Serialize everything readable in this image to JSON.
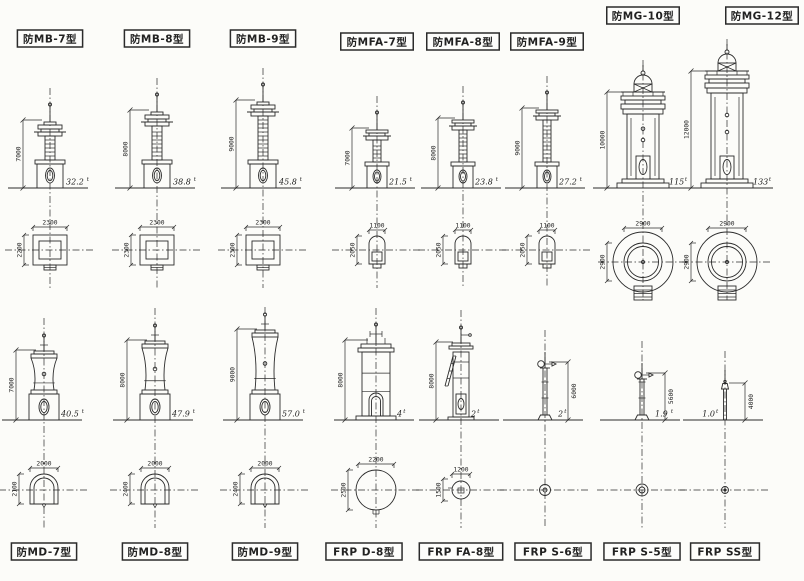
{
  "drawing": {
    "description": "breakwater-light-tower-type-comparison-sheet",
    "ink_color": "#2b2b2b",
    "paper_color": "#fcfcf9"
  },
  "top_row": {
    "towers": [
      {
        "label": "防MB-7型",
        "family": "MB",
        "height_mm": "7000",
        "weight": "32.2",
        "weight_unit": "t",
        "plan": {
          "width_mm": "2300",
          "depth_mm": "2200"
        }
      },
      {
        "label": "防MB-8型",
        "family": "MB",
        "height_mm": "8000",
        "weight": "38.8",
        "weight_unit": "t",
        "plan": {
          "width_mm": "2300",
          "depth_mm": "2300"
        }
      },
      {
        "label": "防MB-9型",
        "family": "MB",
        "height_mm": "9000",
        "weight": "45.8",
        "weight_unit": "t",
        "plan": {
          "width_mm": "2300",
          "depth_mm": "2300"
        }
      },
      {
        "label": "防MFA-7型",
        "family": "MFA",
        "height_mm": "7000",
        "weight": "21.5",
        "weight_unit": "t",
        "plan": {
          "width_mm": "1100",
          "depth_mm": "2050"
        }
      },
      {
        "label": "防MFA-8型",
        "family": "MFA",
        "height_mm": "8000",
        "weight": "23.8",
        "weight_unit": "t",
        "plan": {
          "width_mm": "1100",
          "depth_mm": "2050"
        }
      },
      {
        "label": "防MFA-9型",
        "family": "MFA",
        "height_mm": "9000",
        "weight": "27.2",
        "weight_unit": "t",
        "plan": {
          "width_mm": "1100",
          "depth_mm": "2050"
        }
      },
      {
        "label": "防MG-10型",
        "family": "MG",
        "height_mm": "10000",
        "weight": "115",
        "weight_unit": "t",
        "plan": {
          "width_mm": "2900",
          "depth_mm": "2900"
        }
      },
      {
        "label": "防MG-12型",
        "family": "MG",
        "height_mm": "12000",
        "weight": "133",
        "weight_unit": "t",
        "plan": {
          "width_mm": "2900",
          "depth_mm": "2900"
        }
      }
    ]
  },
  "bottom_row": {
    "towers": [
      {
        "label": "防MD-7型",
        "family": "MD",
        "height_mm": "7000",
        "weight": "40.5",
        "weight_unit": "t",
        "plan": {
          "width_mm": "2000",
          "depth_mm": "2100"
        }
      },
      {
        "label": "防MD-8型",
        "family": "MD",
        "height_mm": "8000",
        "weight": "47.9",
        "weight_unit": "t",
        "plan": {
          "width_mm": "2000",
          "depth_mm": "2400"
        }
      },
      {
        "label": "防MD-9型",
        "family": "MD",
        "height_mm": "9000",
        "weight": "57.0",
        "weight_unit": "t",
        "plan": {
          "width_mm": "2000",
          "depth_mm": "2400"
        }
      },
      {
        "label": "FRP D-8型",
        "family": "FRP-D",
        "height_mm": "8000",
        "weight": "4",
        "weight_unit": "t",
        "plan": {
          "width_mm": "2200",
          "depth_mm": "2500"
        }
      },
      {
        "label": "FRP FA-8型",
        "family": "FRP-FA",
        "height_mm": "8000",
        "weight": "2",
        "weight_unit": "t",
        "plan": {
          "width_mm": "1200",
          "depth_mm": "1500"
        }
      },
      {
        "label": "FRP S-6型",
        "family": "FRP-S",
        "height_mm": "6000",
        "weight": "2",
        "weight_unit": "t",
        "plan": {}
      },
      {
        "label": "FRP S-5型",
        "family": "FRP-S",
        "height_mm": "5600",
        "weight": "1.9",
        "weight_unit": "t",
        "plan": {}
      },
      {
        "label": "FRP SS型",
        "family": "FRP-SS",
        "height_mm": "4000",
        "weight": "1.0",
        "weight_unit": "t",
        "plan": {}
      }
    ]
  }
}
